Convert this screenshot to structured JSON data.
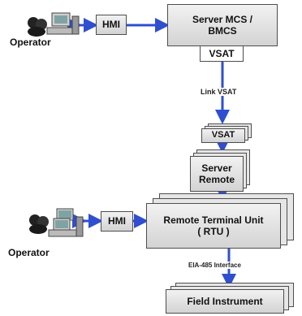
{
  "nodes": {
    "hmi_top": "HMI",
    "server_mcs": [
      "Server MCS /",
      "BMCS"
    ],
    "vsat_top": "VSAT",
    "vsat_remote": "VSAT",
    "server_remote": [
      "Server",
      "Remote"
    ],
    "rtu": [
      "Remote Terminal Unit",
      "( RTU )"
    ],
    "hmi_bottom": "HMI",
    "field_instrument": "Field Instrument"
  },
  "labels": {
    "operator_top": "Operator",
    "operator_bottom": "Operator",
    "link_vsat": "Link VSAT",
    "eia485": "EIA-485 Interface"
  },
  "icons": [
    "operator-workstation-icon"
  ],
  "colors": {
    "connector": "#2f4fd0",
    "box_border": "#4d4d4d",
    "box_fill": "#dcdcdc"
  }
}
